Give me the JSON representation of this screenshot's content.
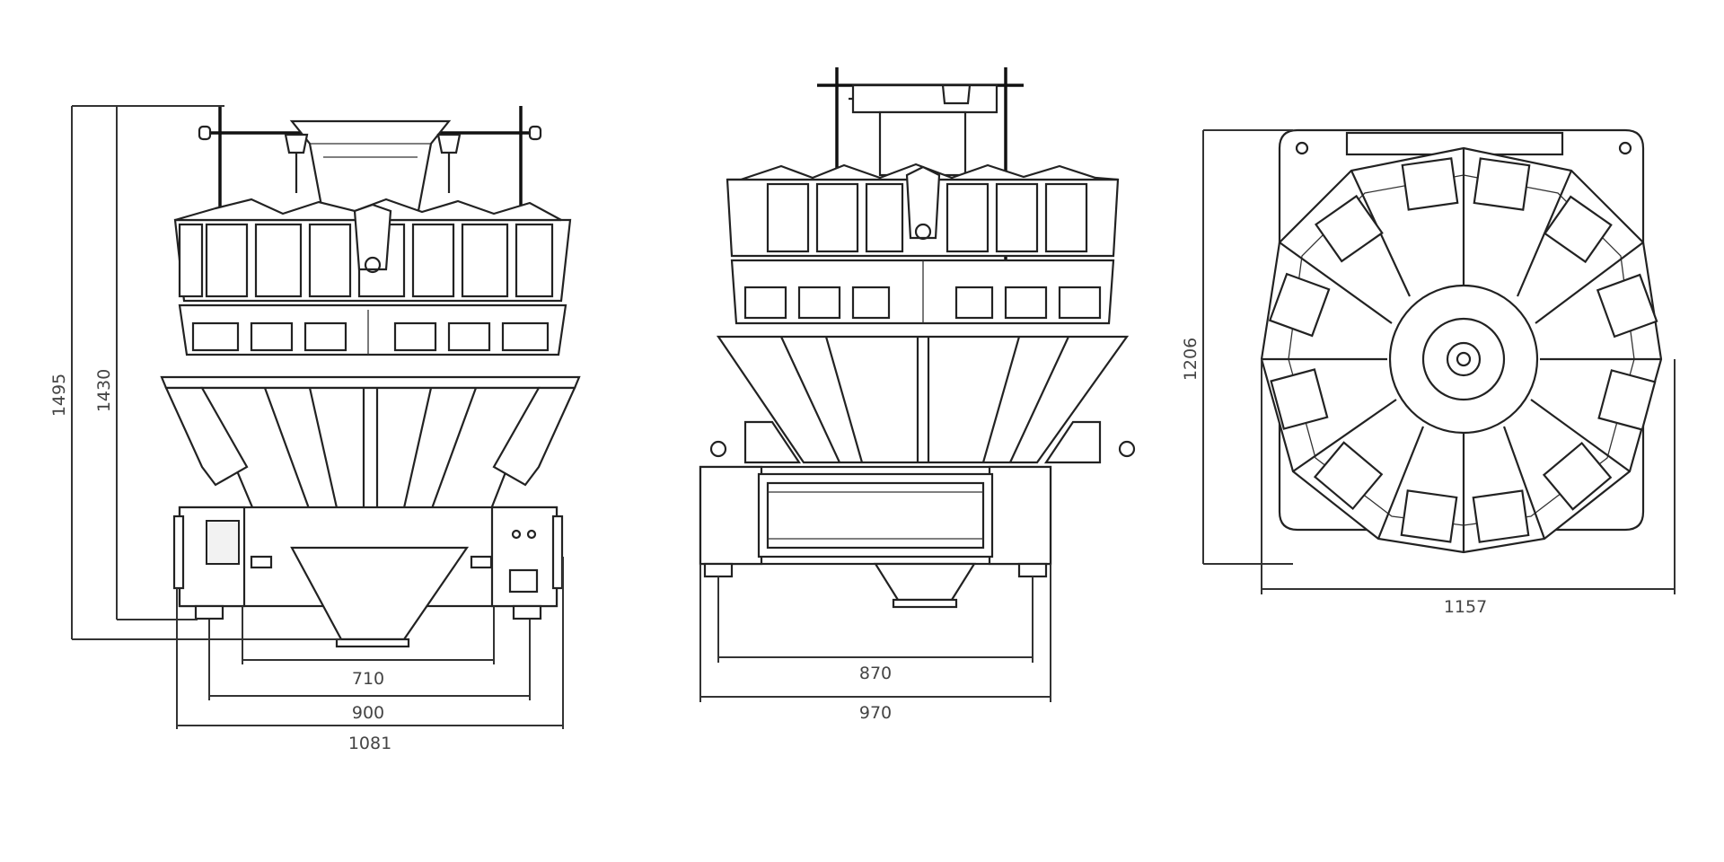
{
  "views": {
    "front": {
      "dims": {
        "height_total": "1495",
        "height_inner": "1430",
        "width_a": "710",
        "width_b": "900",
        "width_c": "1081"
      }
    },
    "side": {
      "dims": {
        "width_a": "870",
        "width_b": "970"
      }
    },
    "top": {
      "dims": {
        "depth": "1206",
        "width": "1157"
      }
    }
  }
}
